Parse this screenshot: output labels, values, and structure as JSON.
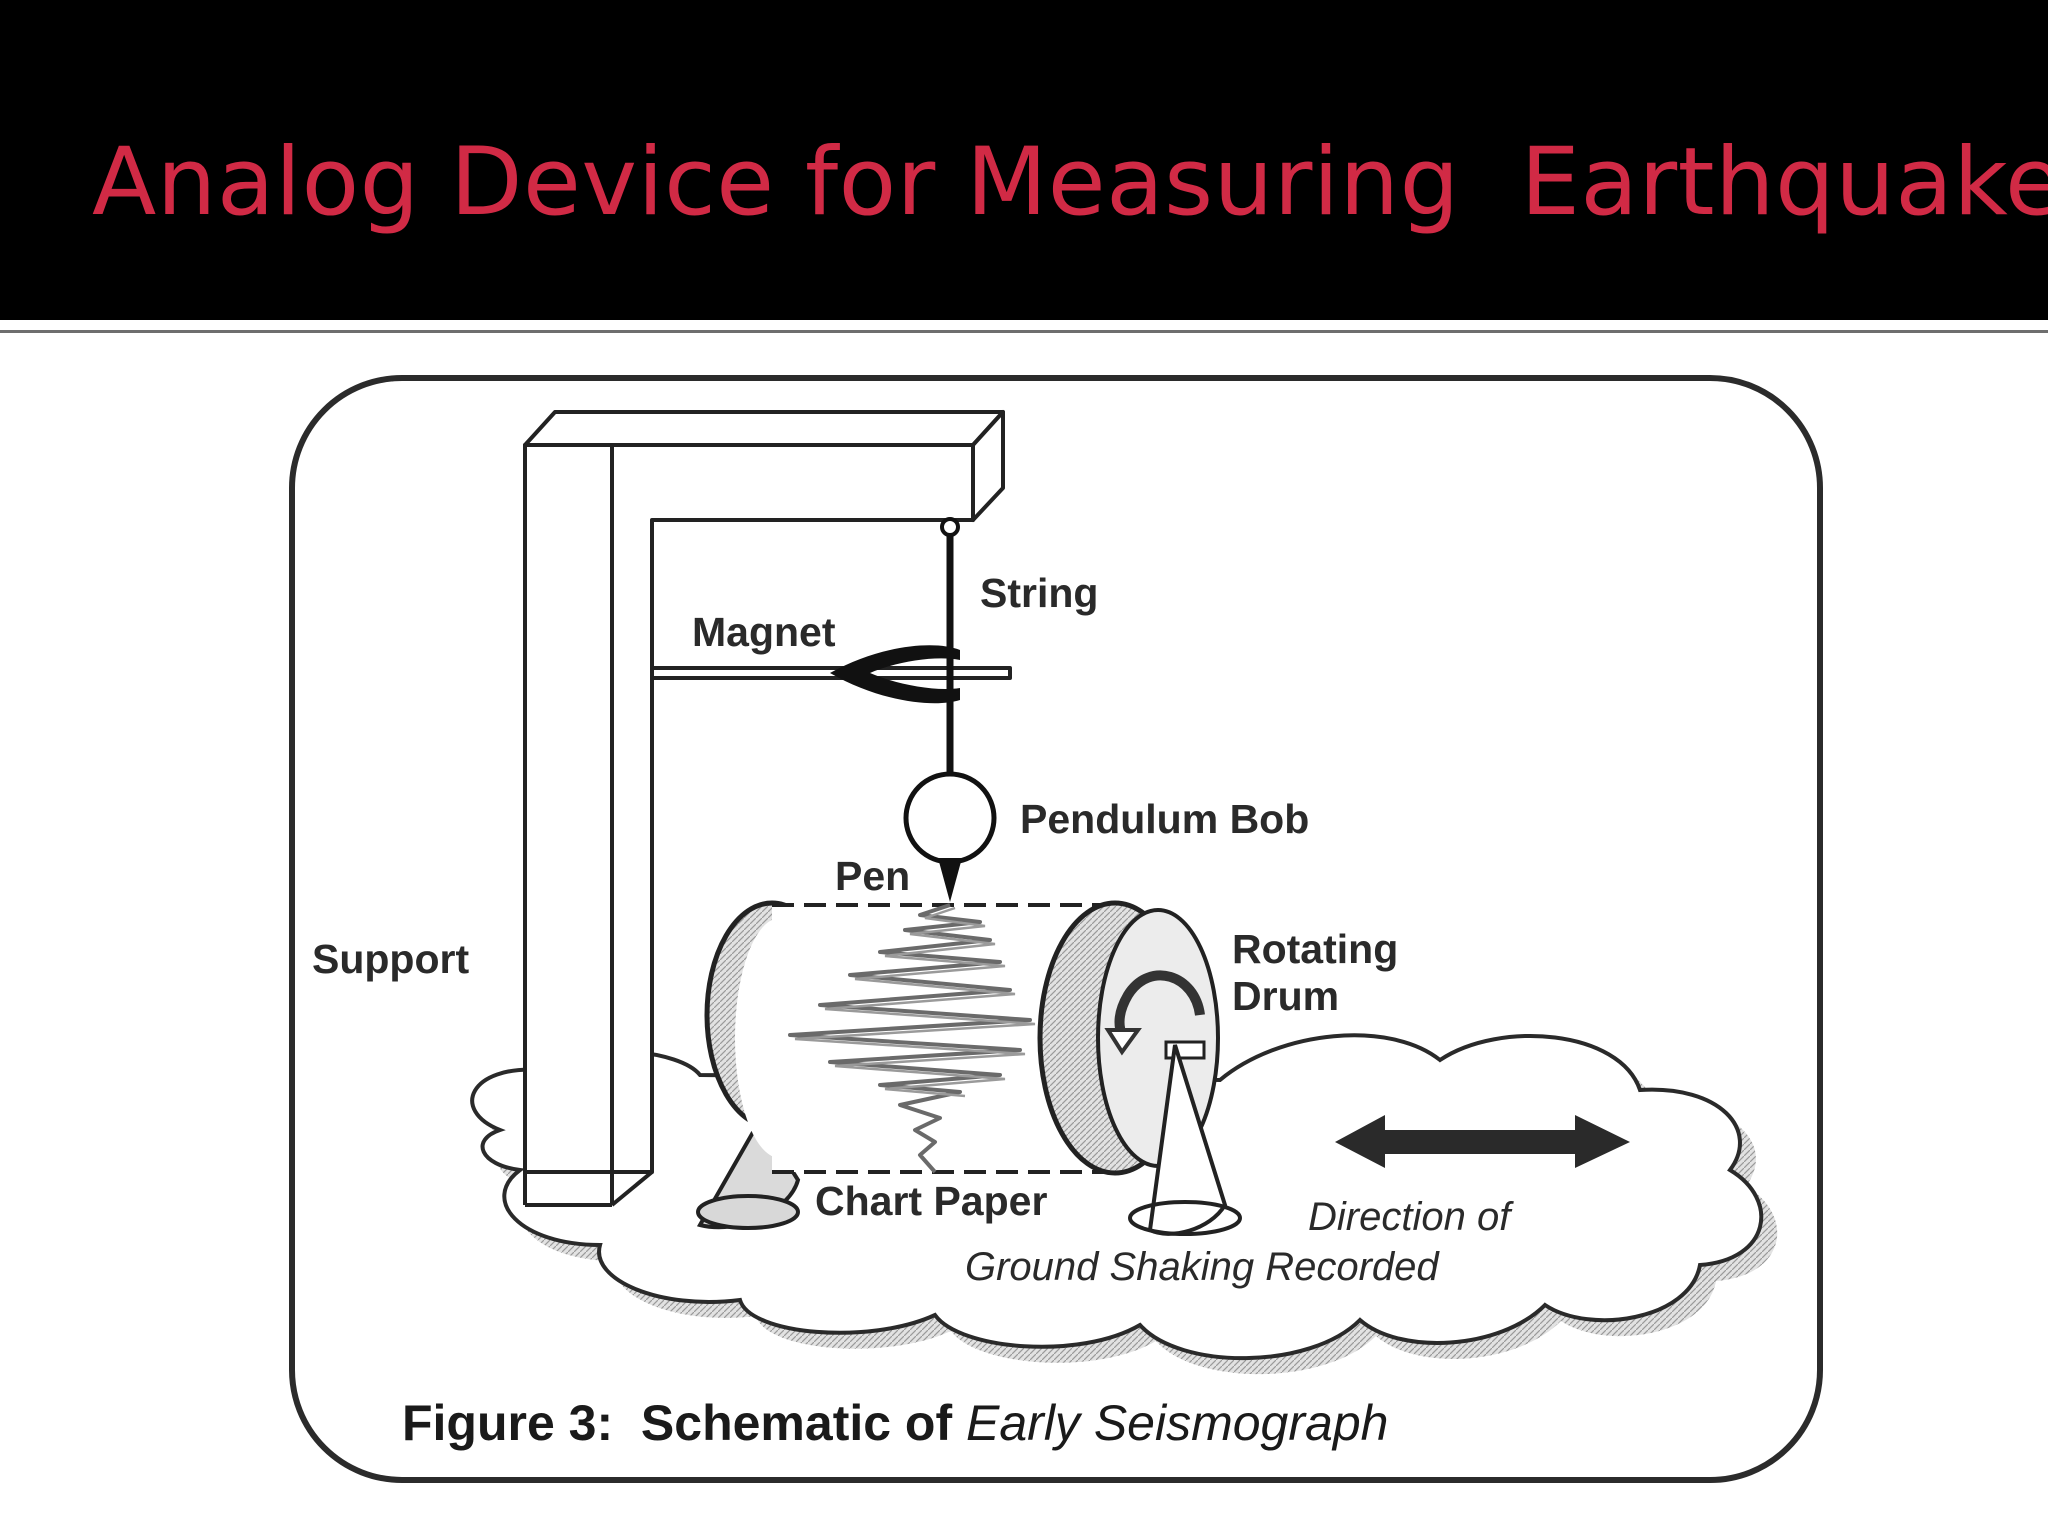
{
  "slide": {
    "title": "Analog Device for Measuring  Earthquakes",
    "title_color": "#d12a45",
    "background_color": "#000000"
  },
  "figure": {
    "labels": {
      "string": "String",
      "magnet": "Magnet",
      "pendulum_bob": "Pendulum Bob",
      "pen": "Pen",
      "support": "Support",
      "rotating": "Rotating",
      "drum": "Drum",
      "chart_paper": "Chart Paper",
      "direction_line1": "Direction of",
      "direction_line2": "Ground Shaking Recorded"
    },
    "caption": {
      "prefix": "Figure 3:  Schematic of ",
      "italic": "Early Seismograph"
    }
  }
}
